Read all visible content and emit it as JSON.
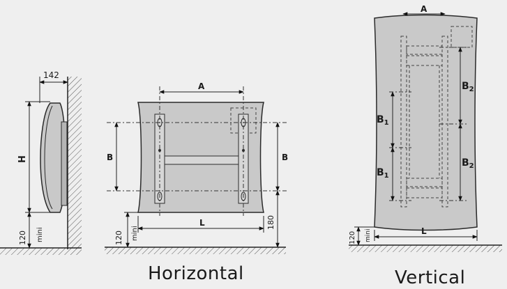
{
  "side_view": {
    "depth_label": "142",
    "height_label": "H",
    "floor_gap_label": "120",
    "floor_gap_suffix": "mini"
  },
  "horizontal": {
    "a_label": "A",
    "b_left_label": "B",
    "b_right_label": "B",
    "l_label": "L",
    "floor_gap_label": "120",
    "floor_gap_suffix": "mini",
    "right_offset_label": "180",
    "caption": "Horizontal"
  },
  "vertical": {
    "a_label": "A",
    "b1_top_label": "B",
    "b1_top_sub": "1",
    "b1_bottom_label": "B",
    "b1_bottom_sub": "1",
    "b2_top_label": "B",
    "b2_top_sub": "2",
    "b2_bottom_label": "B",
    "b2_bottom_sub": "2",
    "l_label": "L",
    "floor_gap_label": "120",
    "floor_gap_suffix": "mini",
    "caption": "Vertical"
  },
  "colors": {
    "background": "#efefef",
    "panel": "#c9c9c9",
    "panel_edge": "#2a2a2a",
    "hatch": "#555555"
  }
}
